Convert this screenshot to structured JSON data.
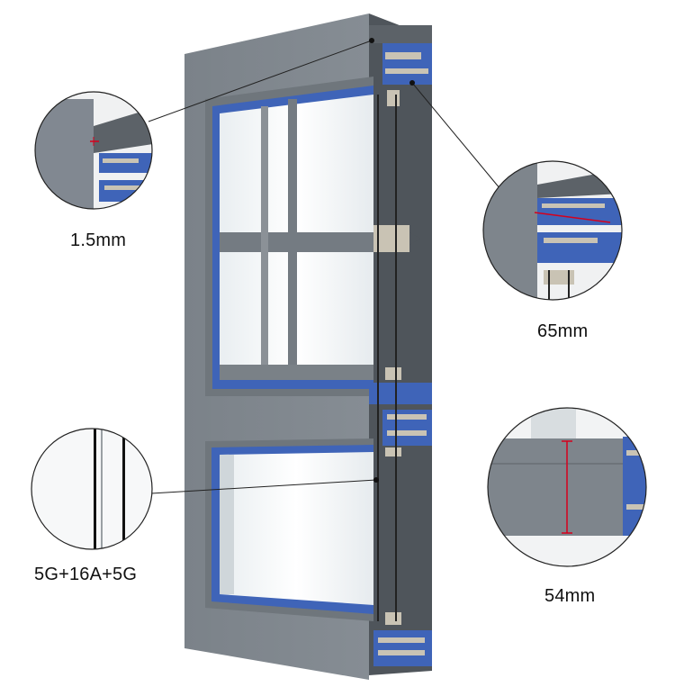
{
  "callouts": {
    "profile_thickness": "1.5mm",
    "frame_depth": "65mm",
    "glass_config": "5G+16A+5G",
    "profile_height": "54mm"
  },
  "colors": {
    "frame_gray": "#7e858c",
    "frame_gray_dark": "#5c6268",
    "profile_blue": "#3f64b8",
    "spacer_silver": "#c9c3b4",
    "glass_white": "#f5f7f8",
    "measure_red": "#d6001c"
  }
}
